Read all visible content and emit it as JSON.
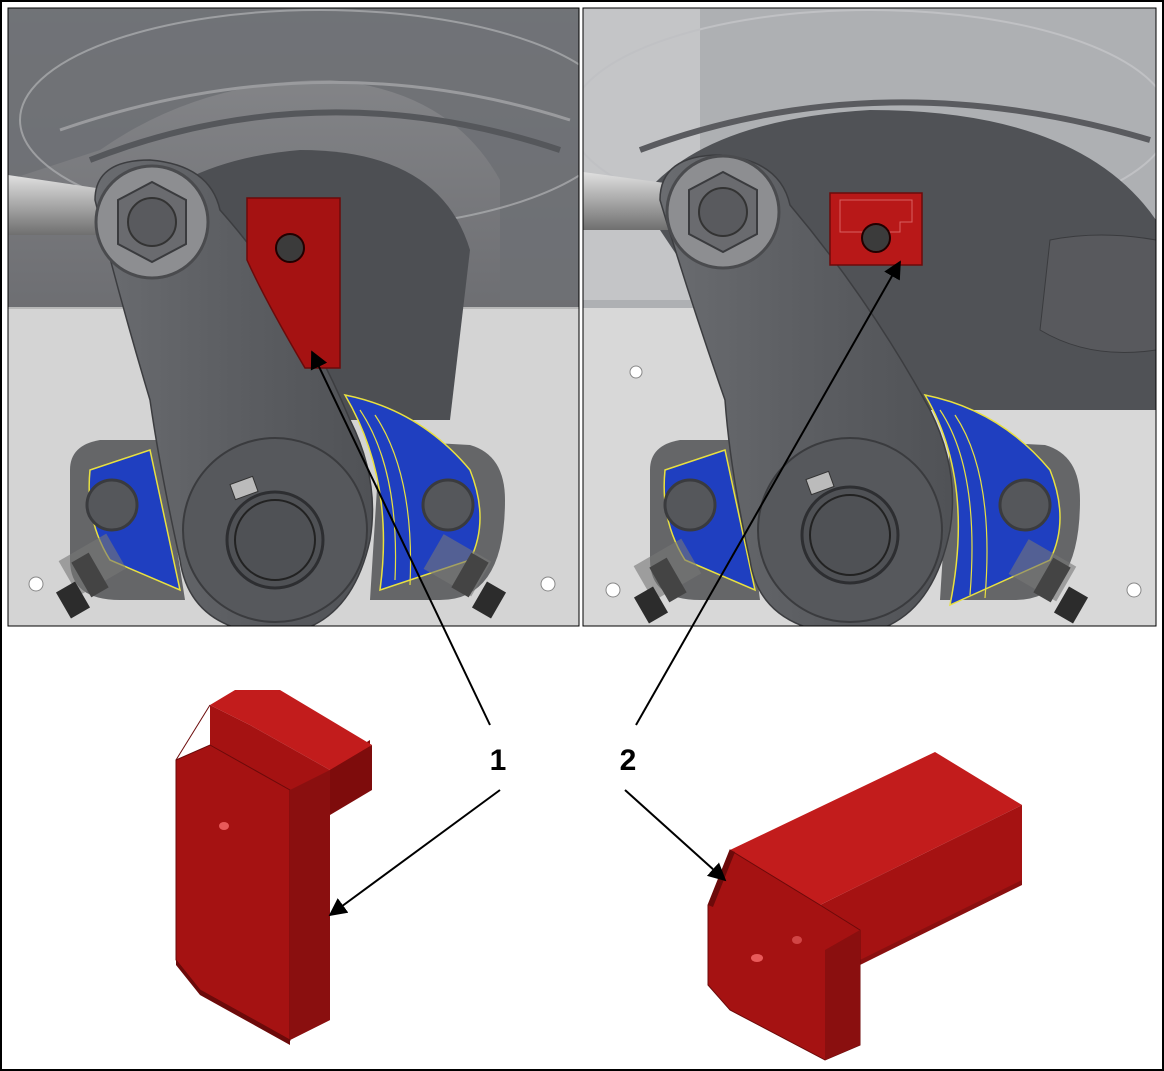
{
  "callouts": [
    {
      "id": "1",
      "label": "1"
    },
    {
      "id": "2",
      "label": "2"
    }
  ],
  "colors": {
    "part_red": "#a51212",
    "part_red_dark": "#7e0c0c",
    "part_red_light": "#c21c1c",
    "arm_gray": "#5c5e62",
    "housing_dark": "#4a4b4e",
    "background_panel": "#d9d9d9",
    "blue_bracket": "#1f3fc0",
    "yellow_outline": "#e8e040",
    "frame_border": "#000000"
  },
  "icons": {
    "callout_arrow": "arrow-icon"
  }
}
